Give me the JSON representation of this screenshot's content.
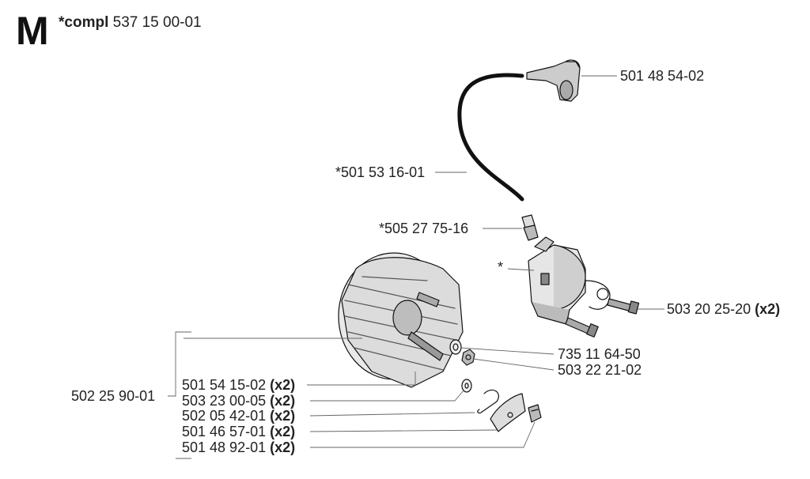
{
  "header": {
    "section_letter": "M",
    "compl_prefix": "*compl",
    "compl_number": "537 15 00-01"
  },
  "parts": {
    "spark_plug_cap": {
      "number": "501 48 54-02",
      "qty": ""
    },
    "ignition_lead": {
      "number": "*501 53 16-01",
      "qty": ""
    },
    "spring": {
      "number": "*505 27 75-16",
      "qty": ""
    },
    "ignition_module": {
      "number": "*",
      "qty": ""
    },
    "module_screw": {
      "number": "503 20 25-20",
      "qty": "(x2)"
    },
    "washer": {
      "number": "735 11 64-50",
      "qty": ""
    },
    "nut": {
      "number": "503 22 21-02",
      "qty": ""
    },
    "flywheel": {
      "number": "502 25 90-01",
      "qty": ""
    },
    "pawl_bolt": {
      "number": "501 54 15-02",
      "qty": "(x2)"
    },
    "pawl_washer": {
      "number": "503 23 00-05",
      "qty": "(x2)"
    },
    "pawl_spring": {
      "number": "502 05 42-01",
      "qty": "(x2)"
    },
    "pawl": {
      "number": "501 46 57-01",
      "qty": "(x2)"
    },
    "lock_washer": {
      "number": "501 48 92-01",
      "qty": "(x2)"
    }
  }
}
